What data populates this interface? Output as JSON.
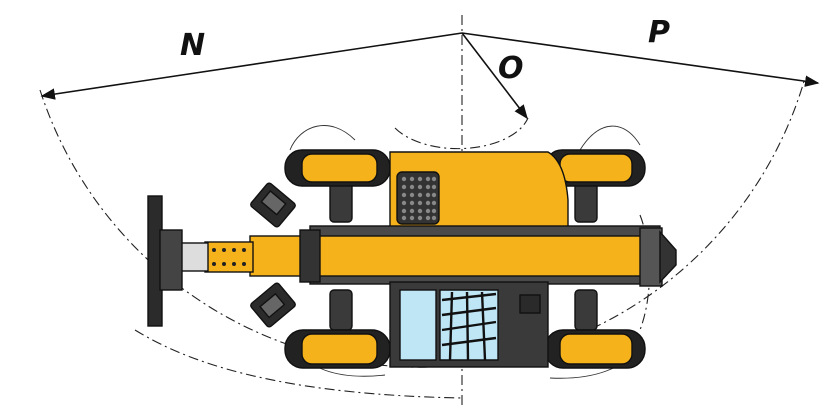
{
  "diagram": {
    "labels": {
      "n": "N",
      "o": "O",
      "p": "P"
    },
    "colors": {
      "body_yellow": "#F5B21A",
      "body_dark": "#2B2B2B",
      "body_grey": "#5A5A5A",
      "glass": "#BFE6F5",
      "outline": "#111111"
    }
  }
}
